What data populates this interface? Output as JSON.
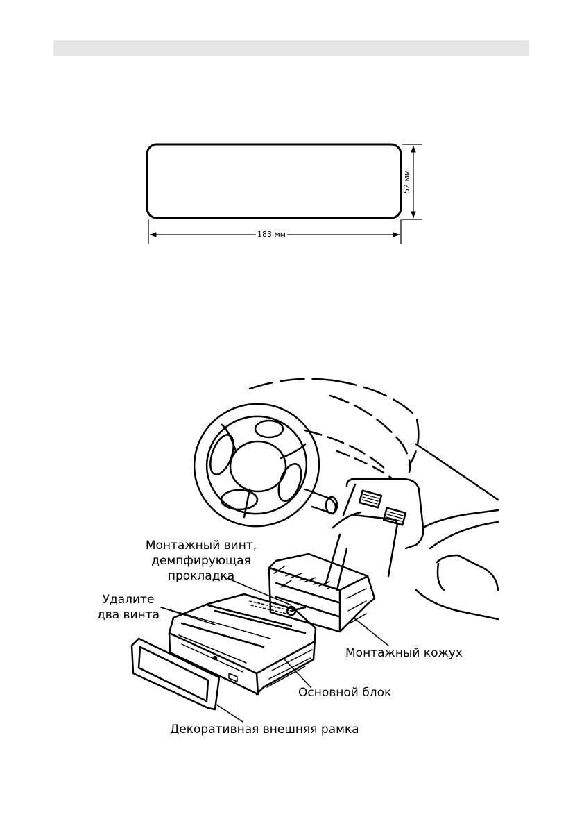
{
  "dimensions": {
    "width_label": "183 мм",
    "height_label": "52 мм"
  },
  "callouts": {
    "screw_line1": "Монтажный винт,",
    "screw_line2": "демпфирующая",
    "screw_line3": "прокладка",
    "remove_line1": "Удалите",
    "remove_line2": "два винта",
    "sleeve": "Монтажный кожух",
    "main_unit": "Основной блок",
    "trim_frame": "Декоративная внешняя рамка"
  }
}
